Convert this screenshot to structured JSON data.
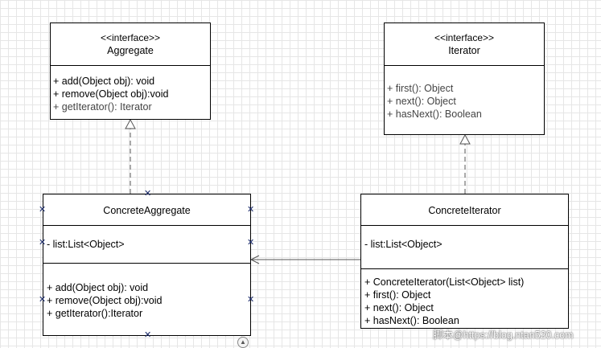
{
  "aggregate": {
    "stereotype": "<<interface>>",
    "name": "Aggregate",
    "methods": [
      "+ add(Object obj): void",
      "+ remove(Object obj):void",
      "+ getIterator(): Iterator"
    ]
  },
  "iterator": {
    "stereotype": "<<interface>>",
    "name": "Iterator",
    "methods": [
      "+ first(): Object",
      "+ next(): Object",
      "+ hasNext(): Boolean"
    ]
  },
  "concrete_aggregate": {
    "name": "ConcreteAggregate",
    "attributes": [
      "- list:List<Object>"
    ],
    "methods": [
      "+ add(Object obj): void",
      "+ remove(Object obj):void",
      "+ getIterator():Iterator"
    ]
  },
  "concrete_iterator": {
    "name": "ConcreteIterator",
    "attributes": [
      "- list:List<Object>"
    ],
    "methods": [
      "+ ConcreteIterator(List<Object> list)",
      "+ first(): Object",
      "+ next(): Object",
      "+ hasNext(): Boolean"
    ]
  },
  "watermark": "脚本@https://blog.ntan520.com",
  "collapse_symbol": "▲",
  "connector_color": "#555555"
}
